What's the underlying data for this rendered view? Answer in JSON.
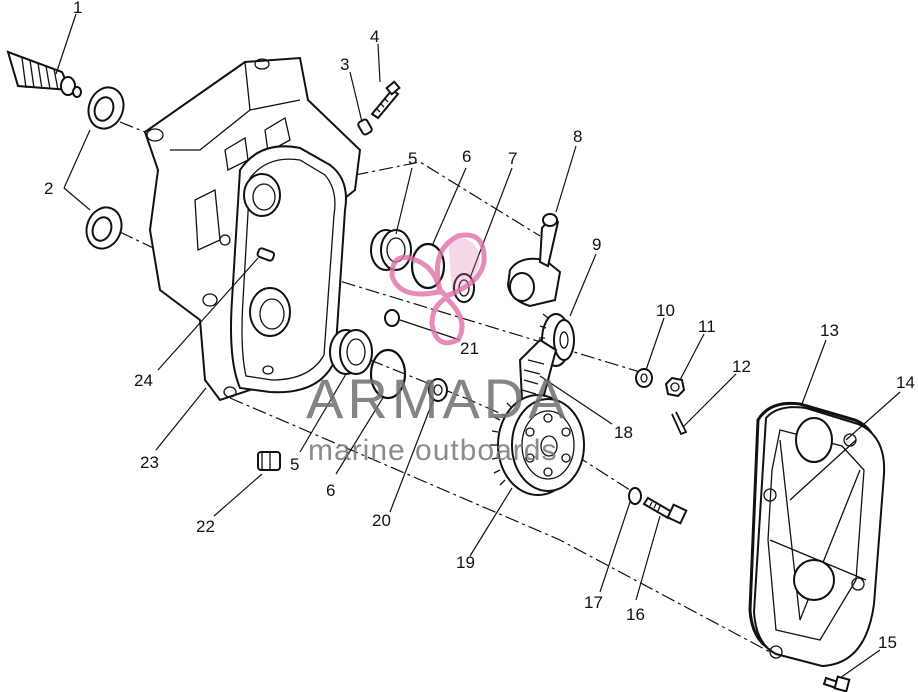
{
  "watermark": {
    "brand": "ARMADA",
    "tagline": "marine outboards",
    "logo_color": "#e070a8"
  },
  "callouts": [
    "1",
    "2",
    "3",
    "4",
    "5",
    "6",
    "7",
    "8",
    "9",
    "10",
    "11",
    "12",
    "13",
    "14",
    "15",
    "16",
    "17",
    "18",
    "19",
    "20",
    "21",
    "22",
    "23",
    "24",
    "5",
    "6"
  ]
}
